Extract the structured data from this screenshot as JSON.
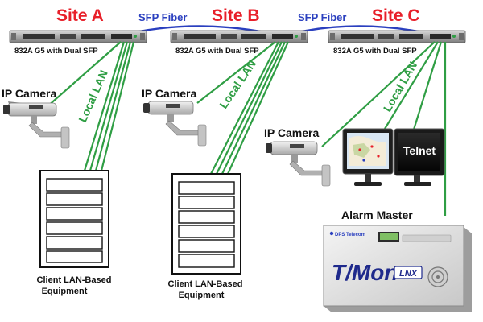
{
  "colors": {
    "site_title": "#e8202a",
    "fiber": "#2a3fbf",
    "lan": "#2f9e44",
    "lan_label": "#2f9e44"
  },
  "sites": [
    {
      "title": "Site A",
      "device_label": "832A G5 with Dual SFP"
    },
    {
      "title": "Site B",
      "device_label": "832A G5 with Dual SFP"
    },
    {
      "title": "Site C",
      "device_label": "832A G5 with Dual SFP"
    }
  ],
  "fiber_links": [
    {
      "label": "SFP Fiber"
    },
    {
      "label": "SFP Fiber"
    }
  ],
  "lan_labels": [
    "Local LAN",
    "Local LAN",
    "Local LAN"
  ],
  "cameras": [
    {
      "label": "IP Camera"
    },
    {
      "label": "IP Camera"
    },
    {
      "label": "IP Camera"
    }
  ],
  "equipment": [
    {
      "line1": "Client LAN-Based",
      "line2": "Equipment"
    },
    {
      "line1": "Client LAN-Based",
      "line2": "Equipment"
    }
  ],
  "telnet_label": "Telnet",
  "alarm_master": {
    "title": "Alarm Master",
    "brand_line": "DPS Telecom",
    "logo_text": "T/Mon",
    "logo_suffix": "LNX"
  }
}
